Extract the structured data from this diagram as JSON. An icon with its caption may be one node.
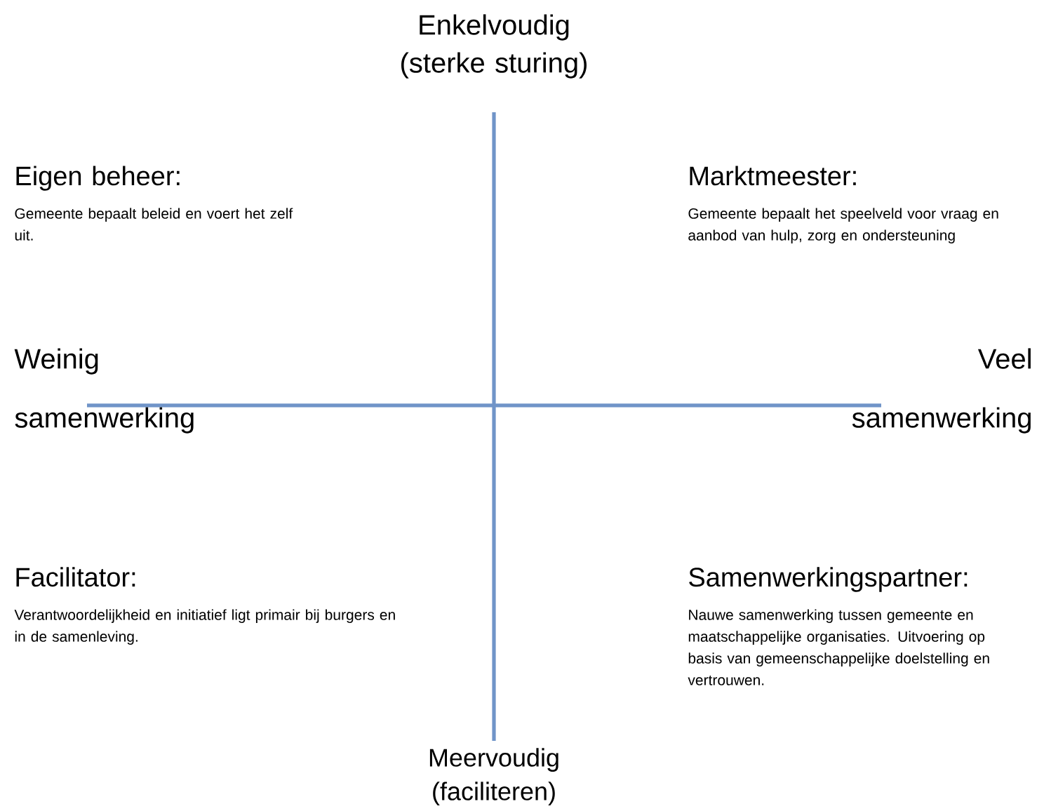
{
  "diagram": {
    "labels": [
      "Enkelvoudig (sterke sturing)",
      "Eigen beheer:",
      "Gemeente bepaalt beleid en voert het zelf uit.",
      "Marktmeester:",
      "Gemeente bepaalt het speelveld voor vraag en aanbod van hulp, zorg en ondersteuning",
      "Weinig samenwerking",
      "Veel samenwerking",
      "Facilitator:",
      "Verantwoordelijkheid en initiatief ligt primair bij burgers en in de samenleving.",
      "Samenwerkingspartner:",
      "Nauwe samenwerking tussen gemeente en maatschappelijke organisaties. Uitvoering op basis van gemeenschappelijke doelstelling en vertrouwen.",
      "Meervoudig (faciliteren)"
    ]
  }
}
